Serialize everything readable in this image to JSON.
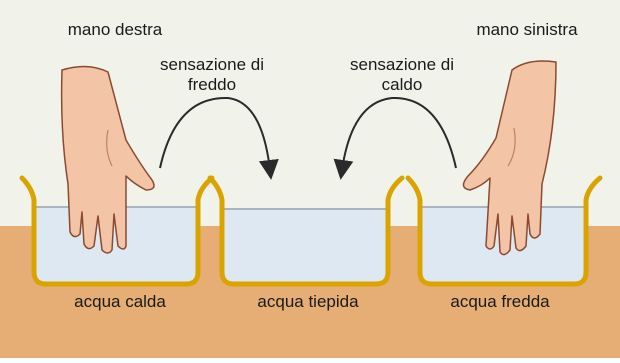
{
  "labels": {
    "right_hand": "mano destra",
    "left_hand": "mano sinistra",
    "cold_sensation": "sensazione di\nfreddo",
    "warm_sensation": "sensazione di\ncaldo",
    "hot_water": "acqua calda",
    "warm_water": "acqua tiepida",
    "cold_water": "acqua fredda"
  },
  "colors": {
    "ground": "#e6ae74",
    "sky": "#f1f3ea",
    "water": "#dde8f2",
    "basin_rim": "#d9a400",
    "skin": "#f3c4a6",
    "skin_outline": "#8a4a32",
    "arrow": "#2a2a2a"
  }
}
